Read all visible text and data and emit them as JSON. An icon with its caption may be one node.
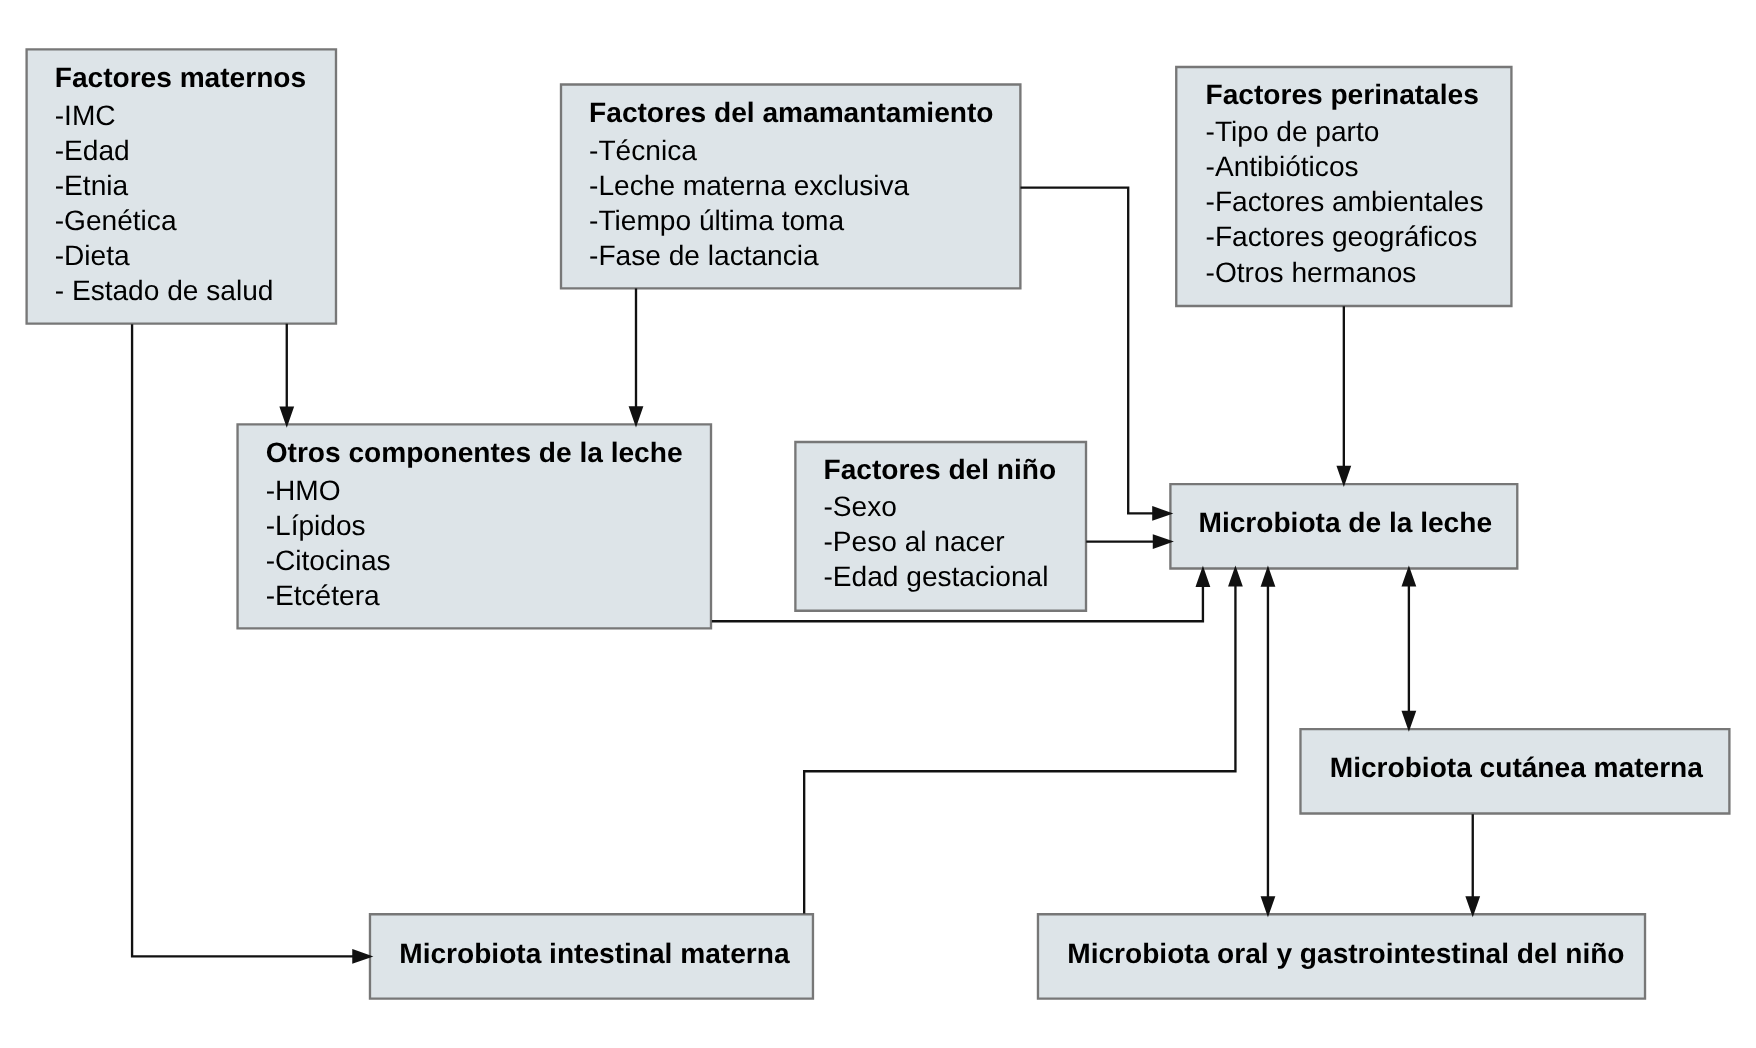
{
  "diagram": {
    "nodes": [
      {
        "text": [
          "Factores maternos",
          "-IMC",
          "-Edad",
          "-Etnia",
          "-Genética",
          "-Dieta",
          "- Estado de salud"
        ]
      },
      {
        "text": [
          "Factores del amamantamiento",
          "-Técnica",
          "-Leche materna exclusiva",
          "-Tiempo última toma",
          "-Fase de lactancia"
        ]
      },
      {
        "text": [
          "Factores perinatales",
          "-Tipo de parto",
          "-Antibióticos",
          "-Factores ambientales",
          "-Factores geográficos",
          "-Otros hermanos"
        ]
      },
      {
        "text": [
          "Otros componentes de la leche",
          "-HMO",
          "-Lípidos",
          "-Citocinas",
          "-Etcétera"
        ]
      },
      {
        "text": [
          "Microbiota de la leche"
        ]
      },
      {
        "text": [
          "Factores del niño",
          "-Sexo",
          "-Peso al nacer",
          "-Edad gestacional"
        ]
      },
      {
        "text": [
          "Microbiota intestinal materna"
        ]
      },
      {
        "text": [
          "Microbiota oral y gastrointestinal del niño"
        ]
      },
      {
        "text": [
          "Microbiota cutánea materna"
        ]
      }
    ],
    "edges": [
      {
        "from": 0,
        "to": 3,
        "arrow": "to"
      },
      {
        "from": 0,
        "to": 6,
        "arrow": "to"
      },
      {
        "from": 1,
        "to": 3,
        "arrow": "to"
      },
      {
        "from": 1,
        "to": 4,
        "arrow": "to"
      },
      {
        "from": 3,
        "to": 4,
        "arrow": "to"
      },
      {
        "from": 2,
        "to": 4,
        "arrow": "to"
      },
      {
        "from": 5,
        "to": 4,
        "arrow": "to"
      },
      {
        "from": 6,
        "to": 4,
        "arrow": "to"
      },
      {
        "from": 4,
        "to": 8,
        "arrow": "both"
      },
      {
        "from": 4,
        "to": 7,
        "arrow": "both"
      },
      {
        "from": 8,
        "to": 7,
        "arrow": "to"
      }
    ]
  }
}
